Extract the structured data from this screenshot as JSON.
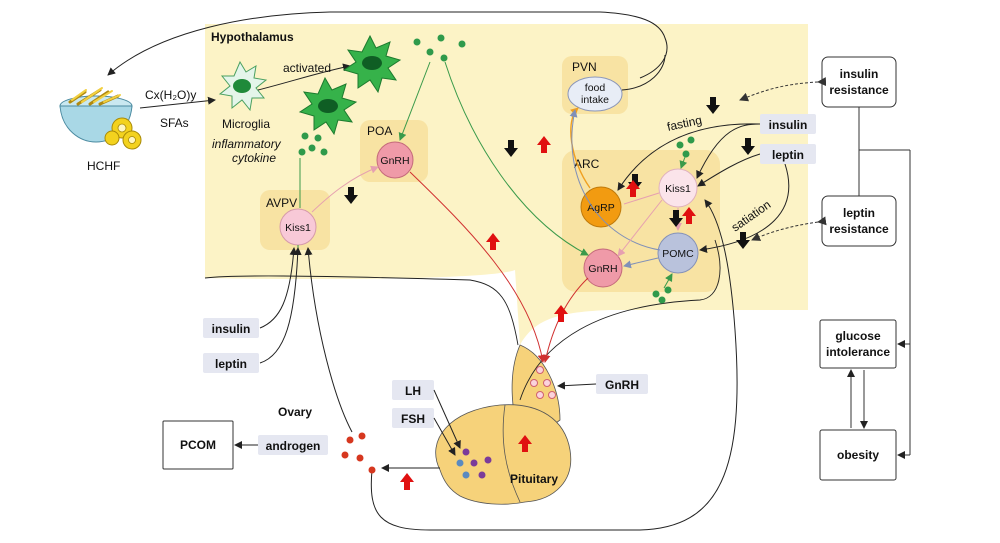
{
  "colors": {
    "hypothalamus_fill": "#fcf3c6",
    "nucleus_fill": "#f8e3a3",
    "pituitary_fill": "#f6d27a",
    "kiss1_fill": "#f8c9d7",
    "gnrh_fill": "#ef9aa8",
    "agrp_fill": "#f29b11",
    "pomc_fill": "#b9c2dc",
    "food_fill": "#e8edf6",
    "label_box_fill": "#e5e7f1",
    "green_dot": "#2f9a4b",
    "red_dot": "#d6371f",
    "up_arrow": "#e01010",
    "down_arrow": "#111111"
  },
  "regions": {
    "hypothalamus": "Hypothalamus",
    "pvn": "PVN",
    "arc": "ARC",
    "poa": "POA",
    "avpv": "AVPV",
    "pituitary": "Pituitary",
    "ovary": "Ovary"
  },
  "cells": {
    "food_intake": "food intake",
    "gnrh_poa": "GnRH",
    "kiss1_avpv": "Kiss1",
    "agrp": "AgRP",
    "kiss1_arc": "Kiss1",
    "pomc": "POMC",
    "gnrh_arc": "GnRH"
  },
  "labels": {
    "hchf": "HCHF",
    "formula": "Cx(H₂O)y",
    "sfas": "SFAs",
    "microglia": "Microglia",
    "activated": "activated",
    "inflammatory": "inflammatory",
    "cytokine": "cytokine",
    "fasting": "fasting",
    "satiation": "satiation"
  },
  "boxes": {
    "insulin_left": "insulin",
    "leptin_left": "leptin",
    "lh": "LH",
    "fsh": "FSH",
    "androgen": "androgen",
    "gnrh_pit": "GnRH",
    "insulin_right": "insulin",
    "leptin_right": "leptin"
  },
  "outcomes": {
    "pcom": "PCOM",
    "insulin_resistance_1": "insulin",
    "insulin_resistance_2": "resistance",
    "leptin_resistance_1": "leptin",
    "leptin_resistance_2": "resistance",
    "glucose_1": "glucose",
    "glucose_2": "intolerance",
    "obesity": "obesity"
  }
}
